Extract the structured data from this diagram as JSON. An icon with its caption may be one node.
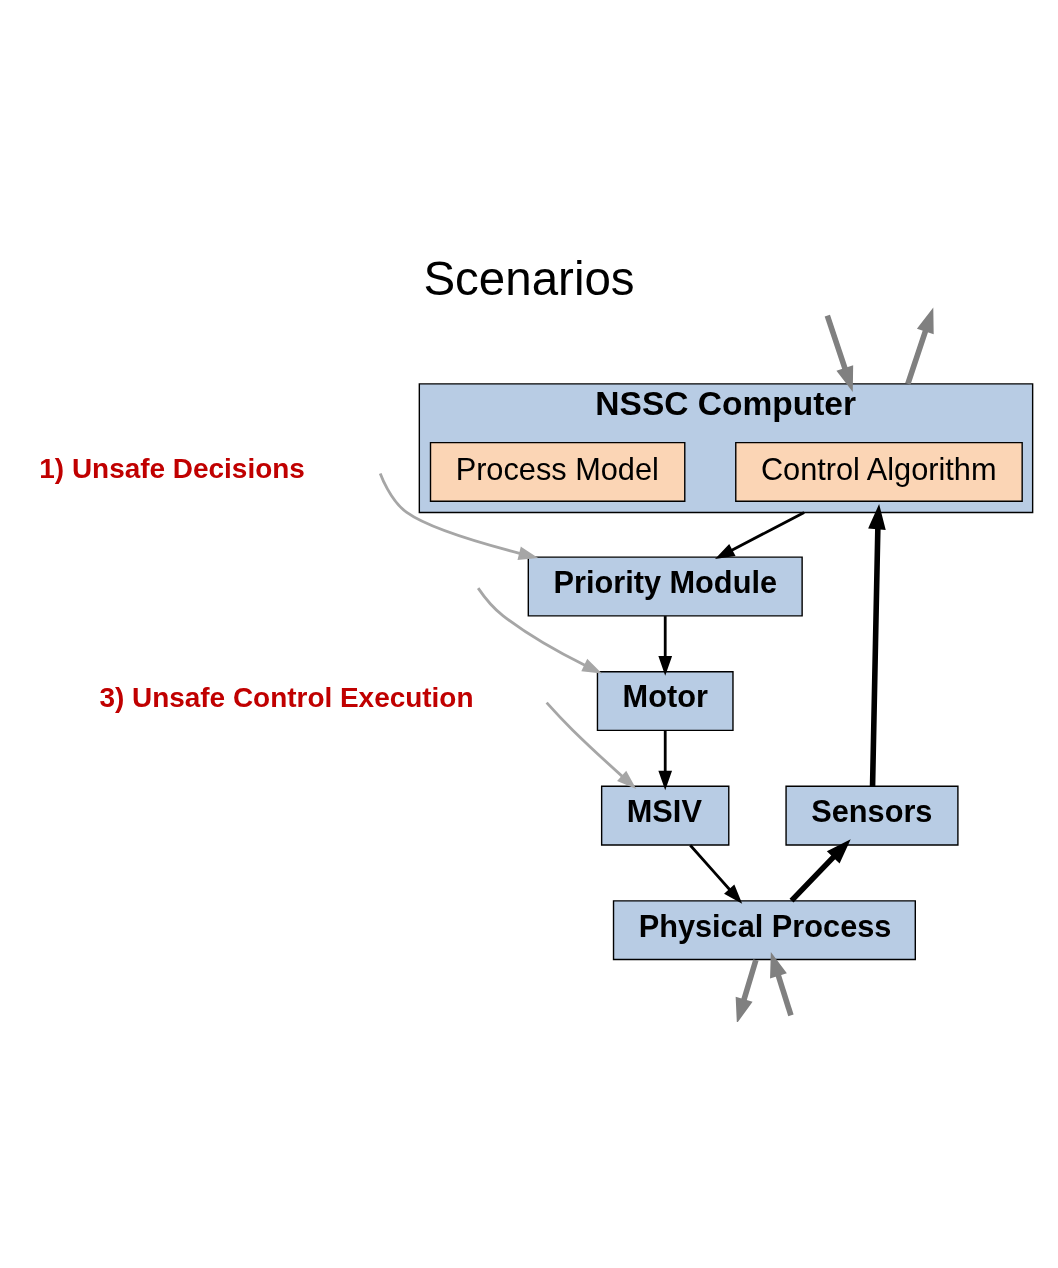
{
  "diagram": {
    "title": "Scenarios",
    "nodes": [
      {
        "text": [
          "NSSC Computer"
        ]
      },
      {
        "text": [
          "Control Algorithm"
        ],
        "in": 0
      },
      {
        "text": [
          "Process Model"
        ],
        "in": 0
      },
      {
        "text": [
          "Priority Module"
        ]
      },
      {
        "text": [
          "Motor"
        ]
      },
      {
        "text": [
          "MSIV"
        ]
      },
      {
        "text": [
          "Physical Process"
        ]
      },
      {
        "text": [
          "Sensors"
        ]
      }
    ],
    "edges": [
      {
        "from": null,
        "to": 0,
        "arrow": "to",
        "style": "thick",
        "color": "#808080"
      },
      {
        "from": 0,
        "to": null,
        "arrow": "to",
        "style": "thick",
        "color": "#808080"
      },
      {
        "from": 0,
        "to": 3,
        "arrow": "to"
      },
      {
        "from": 3,
        "to": 4,
        "arrow": "to"
      },
      {
        "from": 4,
        "to": 5,
        "arrow": "to"
      },
      {
        "from": 5,
        "to": 6,
        "arrow": "to"
      },
      {
        "from": 6,
        "to": 7,
        "arrow": "to",
        "style": "thick"
      },
      {
        "from": 7,
        "to": 0,
        "arrow": "to",
        "style": "thick"
      },
      {
        "from": null,
        "to": 3,
        "arrow": "to",
        "color": "#a6a6a6"
      },
      {
        "from": null,
        "to": 4,
        "arrow": "to",
        "color": "#a6a6a6"
      },
      {
        "from": null,
        "to": 5,
        "arrow": "to",
        "color": "#a6a6a6"
      },
      {
        "from": 6,
        "to": null,
        "arrow": "to",
        "style": "thick",
        "color": "#808080"
      },
      {
        "from": null,
        "to": 6,
        "arrow": "to",
        "style": "thick",
        "color": "#808080"
      }
    ],
    "labels": [
      "1) Unsafe Decisions",
      "3) Unsafe Control Execution"
    ]
  }
}
